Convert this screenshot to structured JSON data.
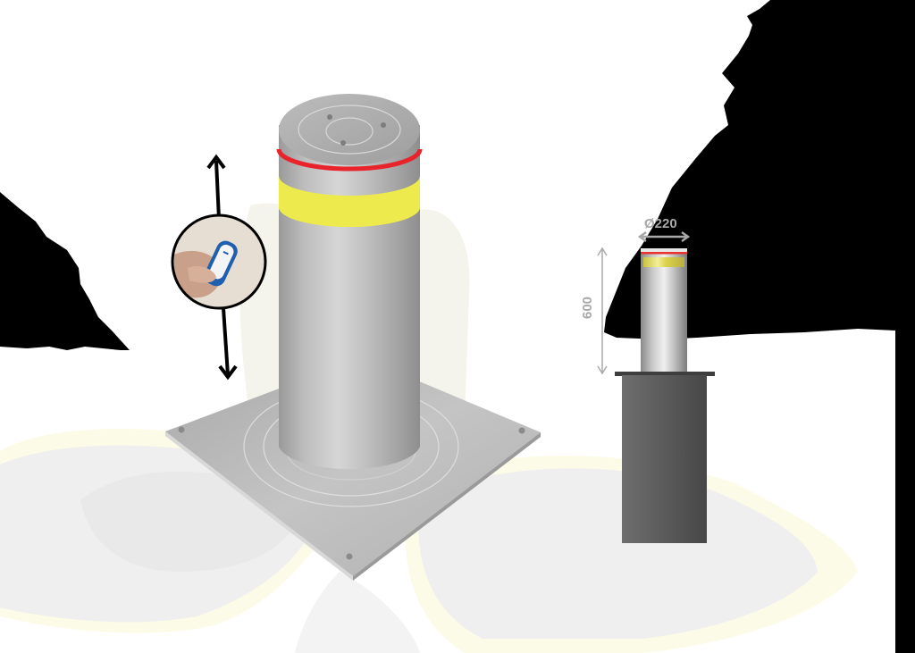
{
  "scene": {
    "description": "Automatic retractable bollard product illustration",
    "colors": {
      "background": "#ffffff",
      "mask": "#000000",
      "steel_light": "#dcdcdc",
      "steel_mid": "#b4b4b4",
      "steel_dark": "#8c8c8c",
      "reflective_red": "#e8232a",
      "reflective_yellow": "#ecea4c",
      "housing_dark": "#555555",
      "dimension_gray": "#a8a8a8",
      "remote_bg": "#e6ddd3",
      "remote_blue": "#1f5fb0"
    }
  },
  "main_bollard": {
    "name": "Stainless steel bollard with base plate",
    "top_features": [
      "3 screws",
      "concentric ring engraving"
    ],
    "bands": [
      "red",
      "yellow"
    ]
  },
  "remote_control": {
    "label": "Remote control operation",
    "motion": "up-down"
  },
  "diagram": {
    "diameter_label": "Ø220",
    "height_label": "600"
  }
}
